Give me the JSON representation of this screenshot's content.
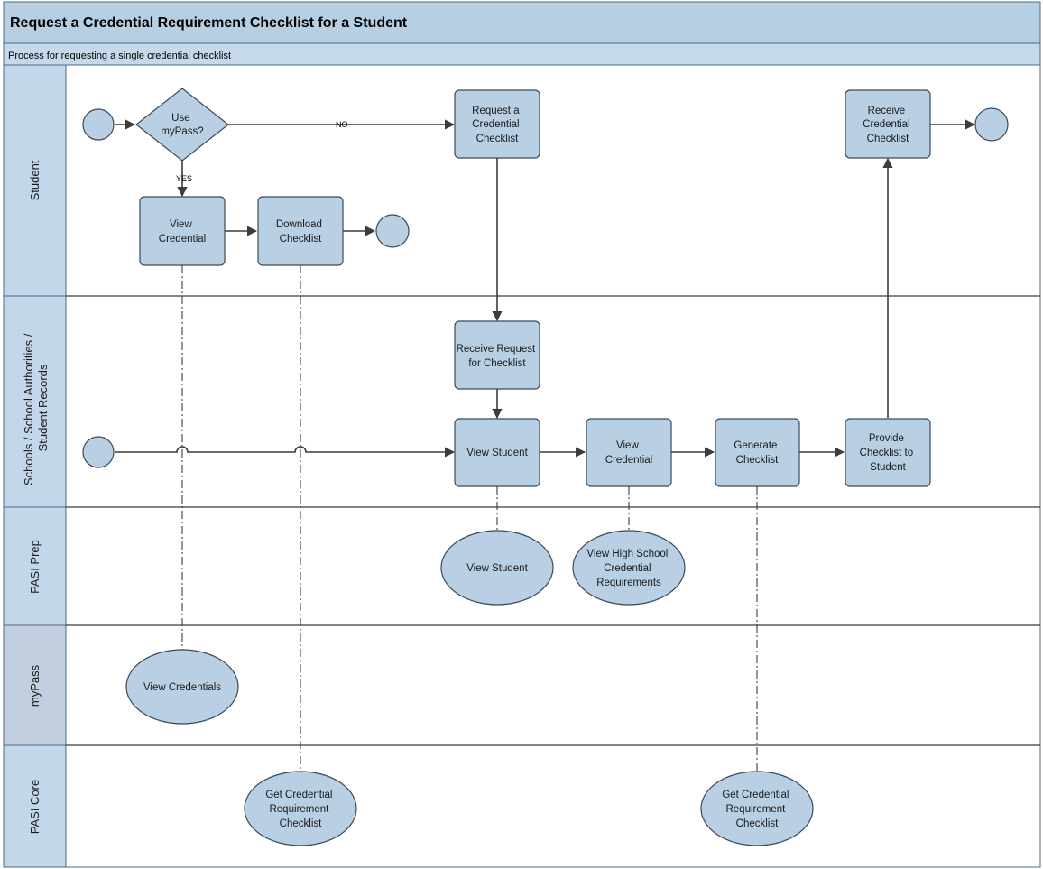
{
  "title": "Request a Credential Requirement Checklist for a Student",
  "subtitle": "Process for requesting a single credential checklist",
  "colors": {
    "header_fill": "#b7cfe2",
    "lane_label_fill": "#c2d7ea",
    "lane_label_fill_alt": "#c3cfdf",
    "shape_fill": "#b9cfe4",
    "shape_stroke": "#3a4a5a",
    "border": "#4a6a84",
    "arrow": "#3c3c3c"
  },
  "lanes": [
    {
      "id": "student",
      "label": "Student"
    },
    {
      "id": "schools",
      "label": "Schools / School Authorities / Student Records",
      "label_lines": [
        "Schools / School Authorities /",
        "Student Records"
      ]
    },
    {
      "id": "pasi-prep",
      "label": "PASI Prep"
    },
    {
      "id": "mypass",
      "label": "myPass"
    },
    {
      "id": "pasi-core",
      "label": "PASI Core"
    }
  ],
  "nodes": [
    {
      "id": "student-start",
      "type": "start-event",
      "lane": "student"
    },
    {
      "id": "use-mypass",
      "type": "decision",
      "lane": "student",
      "label": "Use myPass?",
      "lines": [
        "Use",
        "myPass?"
      ]
    },
    {
      "id": "request-checklist",
      "type": "task",
      "lane": "student",
      "label": "Request a Credential Checklist",
      "lines": [
        "Request a",
        "Credential",
        "Checklist"
      ]
    },
    {
      "id": "receive-checklist",
      "type": "task",
      "lane": "student",
      "label": "Receive Credential Checklist",
      "lines": [
        "Receive",
        "Credential",
        "Checklist"
      ]
    },
    {
      "id": "student-end-top",
      "type": "end-event",
      "lane": "student"
    },
    {
      "id": "view-credential-student",
      "type": "task",
      "lane": "student",
      "label": "View Credential",
      "lines": [
        "View",
        "Credential"
      ]
    },
    {
      "id": "download-checklist",
      "type": "task",
      "lane": "student",
      "label": "Download Checklist",
      "lines": [
        "Download",
        "Checklist"
      ]
    },
    {
      "id": "student-end-bottom",
      "type": "end-event",
      "lane": "student"
    },
    {
      "id": "receive-request",
      "type": "task",
      "lane": "schools",
      "label": "Receive Request for Checklist",
      "lines": [
        "Receive Request",
        "for Checklist"
      ]
    },
    {
      "id": "schools-start",
      "type": "start-event",
      "lane": "schools"
    },
    {
      "id": "view-student-task",
      "type": "task",
      "lane": "schools",
      "label": "View Student",
      "lines": [
        "View Student"
      ]
    },
    {
      "id": "view-credential-school",
      "type": "task",
      "lane": "schools",
      "label": "View Credential",
      "lines": [
        "View",
        "Credential"
      ]
    },
    {
      "id": "generate-checklist",
      "type": "task",
      "lane": "schools",
      "label": "Generate Checklist",
      "lines": [
        "Generate",
        "Checklist"
      ]
    },
    {
      "id": "provide-checklist",
      "type": "task",
      "lane": "schools",
      "label": "Provide Checklist to Student",
      "lines": [
        "Provide",
        "Checklist to",
        "Student"
      ]
    },
    {
      "id": "prep-view-student",
      "type": "system",
      "lane": "pasi-prep",
      "label": "View Student",
      "lines": [
        "View Student"
      ]
    },
    {
      "id": "prep-view-hs-req",
      "type": "system",
      "lane": "pasi-prep",
      "label": "View High School Credential Requirements",
      "lines": [
        "View High School",
        "Credential",
        "Requirements"
      ]
    },
    {
      "id": "mypass-view-credentials",
      "type": "system",
      "lane": "mypass",
      "label": "View Credentials",
      "lines": [
        "View Credentials"
      ]
    },
    {
      "id": "core-get-checklist-1",
      "type": "system",
      "lane": "pasi-core",
      "label": "Get Credential Requirement Checklist",
      "lines": [
        "Get Credential",
        "Requirement",
        "Checklist"
      ]
    },
    {
      "id": "core-get-checklist-2",
      "type": "system",
      "lane": "pasi-core",
      "label": "Get Credential Requirement Checklist",
      "lines": [
        "Get Credential",
        "Requirement",
        "Checklist"
      ]
    }
  ],
  "edges": [
    {
      "from": "student-start",
      "to": "use-mypass",
      "style": "solid"
    },
    {
      "from": "use-mypass",
      "to": "request-checklist",
      "style": "solid",
      "label": "NO"
    },
    {
      "from": "use-mypass",
      "to": "view-credential-student",
      "style": "solid",
      "label": "YES"
    },
    {
      "from": "view-credential-student",
      "to": "download-checklist",
      "style": "solid"
    },
    {
      "from": "download-checklist",
      "to": "student-end-bottom",
      "style": "solid"
    },
    {
      "from": "request-checklist",
      "to": "receive-request",
      "style": "solid"
    },
    {
      "from": "receive-request",
      "to": "view-student-task",
      "style": "solid"
    },
    {
      "from": "schools-start",
      "to": "view-student-task",
      "style": "solid"
    },
    {
      "from": "view-student-task",
      "to": "view-credential-school",
      "style": "solid"
    },
    {
      "from": "view-credential-school",
      "to": "generate-checklist",
      "style": "solid"
    },
    {
      "from": "generate-checklist",
      "to": "provide-checklist",
      "style": "solid"
    },
    {
      "from": "provide-checklist",
      "to": "receive-checklist",
      "style": "solid"
    },
    {
      "from": "receive-checklist",
      "to": "student-end-top",
      "style": "solid"
    },
    {
      "from": "view-credential-student",
      "to": "mypass-view-credentials",
      "style": "dashdot"
    },
    {
      "from": "download-checklist",
      "to": "core-get-checklist-1",
      "style": "dashdot"
    },
    {
      "from": "view-student-task",
      "to": "prep-view-student",
      "style": "dashdot"
    },
    {
      "from": "view-credential-school",
      "to": "prep-view-hs-req",
      "style": "dashdot"
    },
    {
      "from": "generate-checklist",
      "to": "core-get-checklist-2",
      "style": "dashdot"
    }
  ]
}
